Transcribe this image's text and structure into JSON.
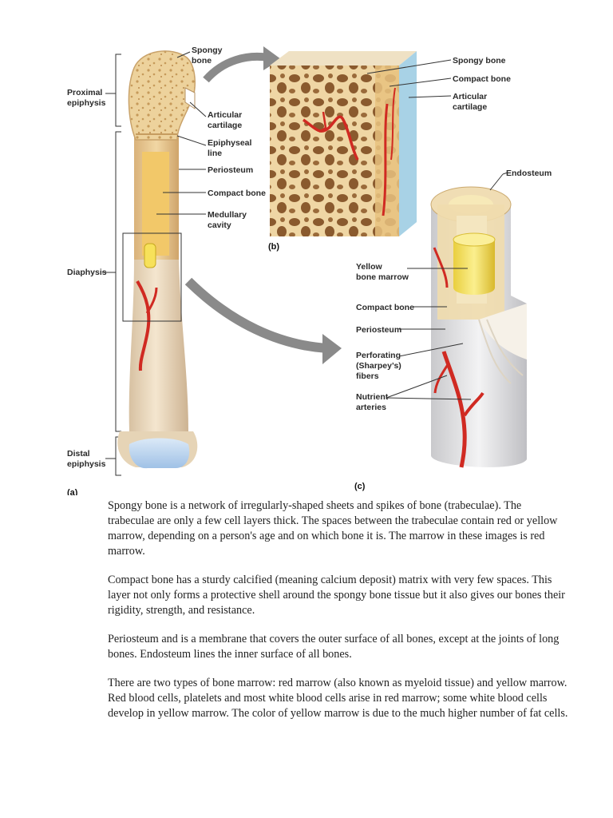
{
  "figure": {
    "panel_a": {
      "tag": "(a)",
      "labels": {
        "proximal_epiphysis": [
          "Proximal",
          "epiphysis"
        ],
        "diaphysis": "Diaphysis",
        "distal_epiphysis": [
          "Distal",
          "epiphysis"
        ],
        "spongy_bone": [
          "Spongy",
          "bone"
        ],
        "articular_cartilage": [
          "Articular",
          "cartilage"
        ],
        "epiphyseal_line": [
          "Epiphyseal",
          "line"
        ],
        "periosteum": "Periosteum",
        "compact_bone": "Compact bone",
        "medullary_cavity": [
          "Medullary",
          "cavity"
        ]
      }
    },
    "panel_b": {
      "tag": "(b)",
      "labels": {
        "spongy_bone": "Spongy bone",
        "compact_bone": "Compact bone",
        "articular_cartilage": [
          "Articular",
          "cartilage"
        ]
      }
    },
    "panel_c": {
      "tag": "(c)",
      "labels": {
        "endosteum": "Endosteum",
        "yellow_bone_marrow": [
          "Yellow",
          "bone marrow"
        ],
        "compact_bone": "Compact bone",
        "periosteum": "Periosteum",
        "perforating_fibers": [
          "Perforating",
          "(Sharpey’s)",
          "fibers"
        ],
        "nutrient_arteries": [
          "Nutrient",
          "arteries"
        ]
      }
    }
  },
  "paragraphs": [
    "Spongy bone is a network of irregularly-shaped sheets and spikes of bone (trabeculae). The trabeculae are only a few cell layers thick. The spaces between the trabeculae contain red or yellow marrow, depending on a person's age and on which bone it is. The marrow in these images is red marrow.",
    "Compact bone has a sturdy calcified (meaning calcium deposit) matrix with very few spaces. This layer not only forms a protective shell around the spongy bone tissue but it also gives our bones their rigidity, strength, and resistance.",
    "Periosteum and is a membrane that covers the outer surface of all bones, except at the joints of long bones. Endosteum lines the inner surface of all bones.",
    "There are two types of bone marrow: red marrow (also known as myeloid tissue) and yellow marrow. Red blood cells, platelets and most white blood cells arise in red marrow; some white blood cells develop in yellow marrow. The color of yellow marrow is due to the much higher number of fat cells."
  ]
}
